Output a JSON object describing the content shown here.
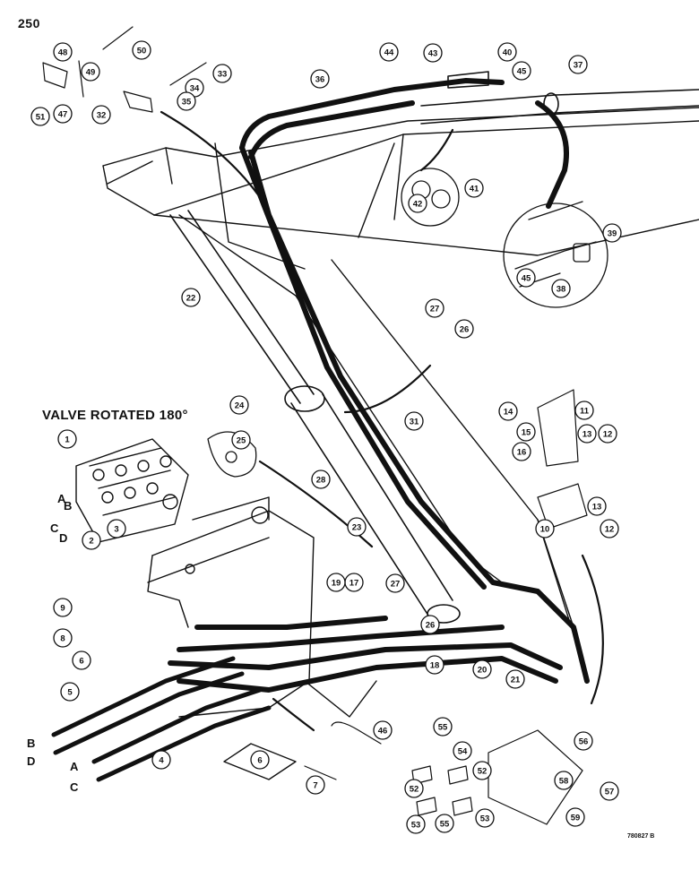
{
  "page_number": "250",
  "valve_title": "VALVE ROTATED 180°",
  "drawing_code": "780827 B",
  "port_letters": {
    "valve_a": "A",
    "valve_b": "B",
    "valve_c": "C",
    "valve_d": "D",
    "hose_b": "B",
    "hose_d": "D",
    "hose_a": "A",
    "hose_c": "C"
  },
  "callouts": [
    "1",
    "2",
    "3",
    "4",
    "5",
    "6",
    "6",
    "7",
    "8",
    "9",
    "10",
    "11",
    "12",
    "12",
    "13",
    "13",
    "14",
    "15",
    "16",
    "17",
    "18",
    "19",
    "20",
    "21",
    "22",
    "23",
    "24",
    "25",
    "26",
    "26",
    "27",
    "27",
    "28",
    "31",
    "32",
    "33",
    "34",
    "35",
    "36",
    "37",
    "38",
    "39",
    "40",
    "41",
    "42",
    "43",
    "44",
    "45",
    "45",
    "46",
    "47",
    "48",
    "49",
    "50",
    "51",
    "52",
    "52",
    "53",
    "53",
    "54",
    "55",
    "55",
    "56",
    "57",
    "58",
    "59"
  ],
  "colors": {
    "ink": "#111111",
    "paper": "#ffffff"
  }
}
